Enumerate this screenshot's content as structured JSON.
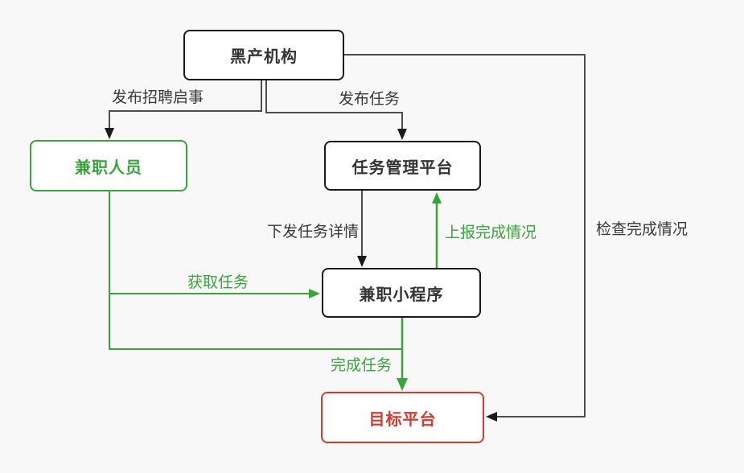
{
  "diagram": {
    "title": "black-market task flow diagram",
    "nodes": {
      "org": {
        "label": "黑产机构"
      },
      "staff": {
        "label": "兼职人员"
      },
      "platform": {
        "label": "任务管理平台"
      },
      "miniapp": {
        "label": "兼职小程序"
      },
      "target": {
        "label": "目标平台"
      }
    },
    "edges": {
      "recruit": {
        "label": "发布招聘启事",
        "from": "org",
        "to": "staff"
      },
      "publish": {
        "label": "发布任务",
        "from": "org",
        "to": "platform"
      },
      "dispatch": {
        "label": "下发任务详情",
        "from": "platform",
        "to": "miniapp"
      },
      "report": {
        "label": "上报完成情况",
        "from": "miniapp",
        "to": "platform"
      },
      "fetch": {
        "label": "获取任务",
        "from": "staff",
        "to": "miniapp"
      },
      "complete": {
        "label": "完成任务",
        "from": "miniapp",
        "to": "target"
      },
      "check": {
        "label": "检查完成情况",
        "from": "org",
        "to": "target"
      }
    },
    "colors": {
      "background": "#F8F8F8",
      "node_fill": "#FFFFFF",
      "dark_border": "#1A1A1A",
      "line_gray": "#4D4D4D",
      "green": "#3BA23C",
      "red": "#D9382E",
      "text_dark": "#333333"
    }
  }
}
